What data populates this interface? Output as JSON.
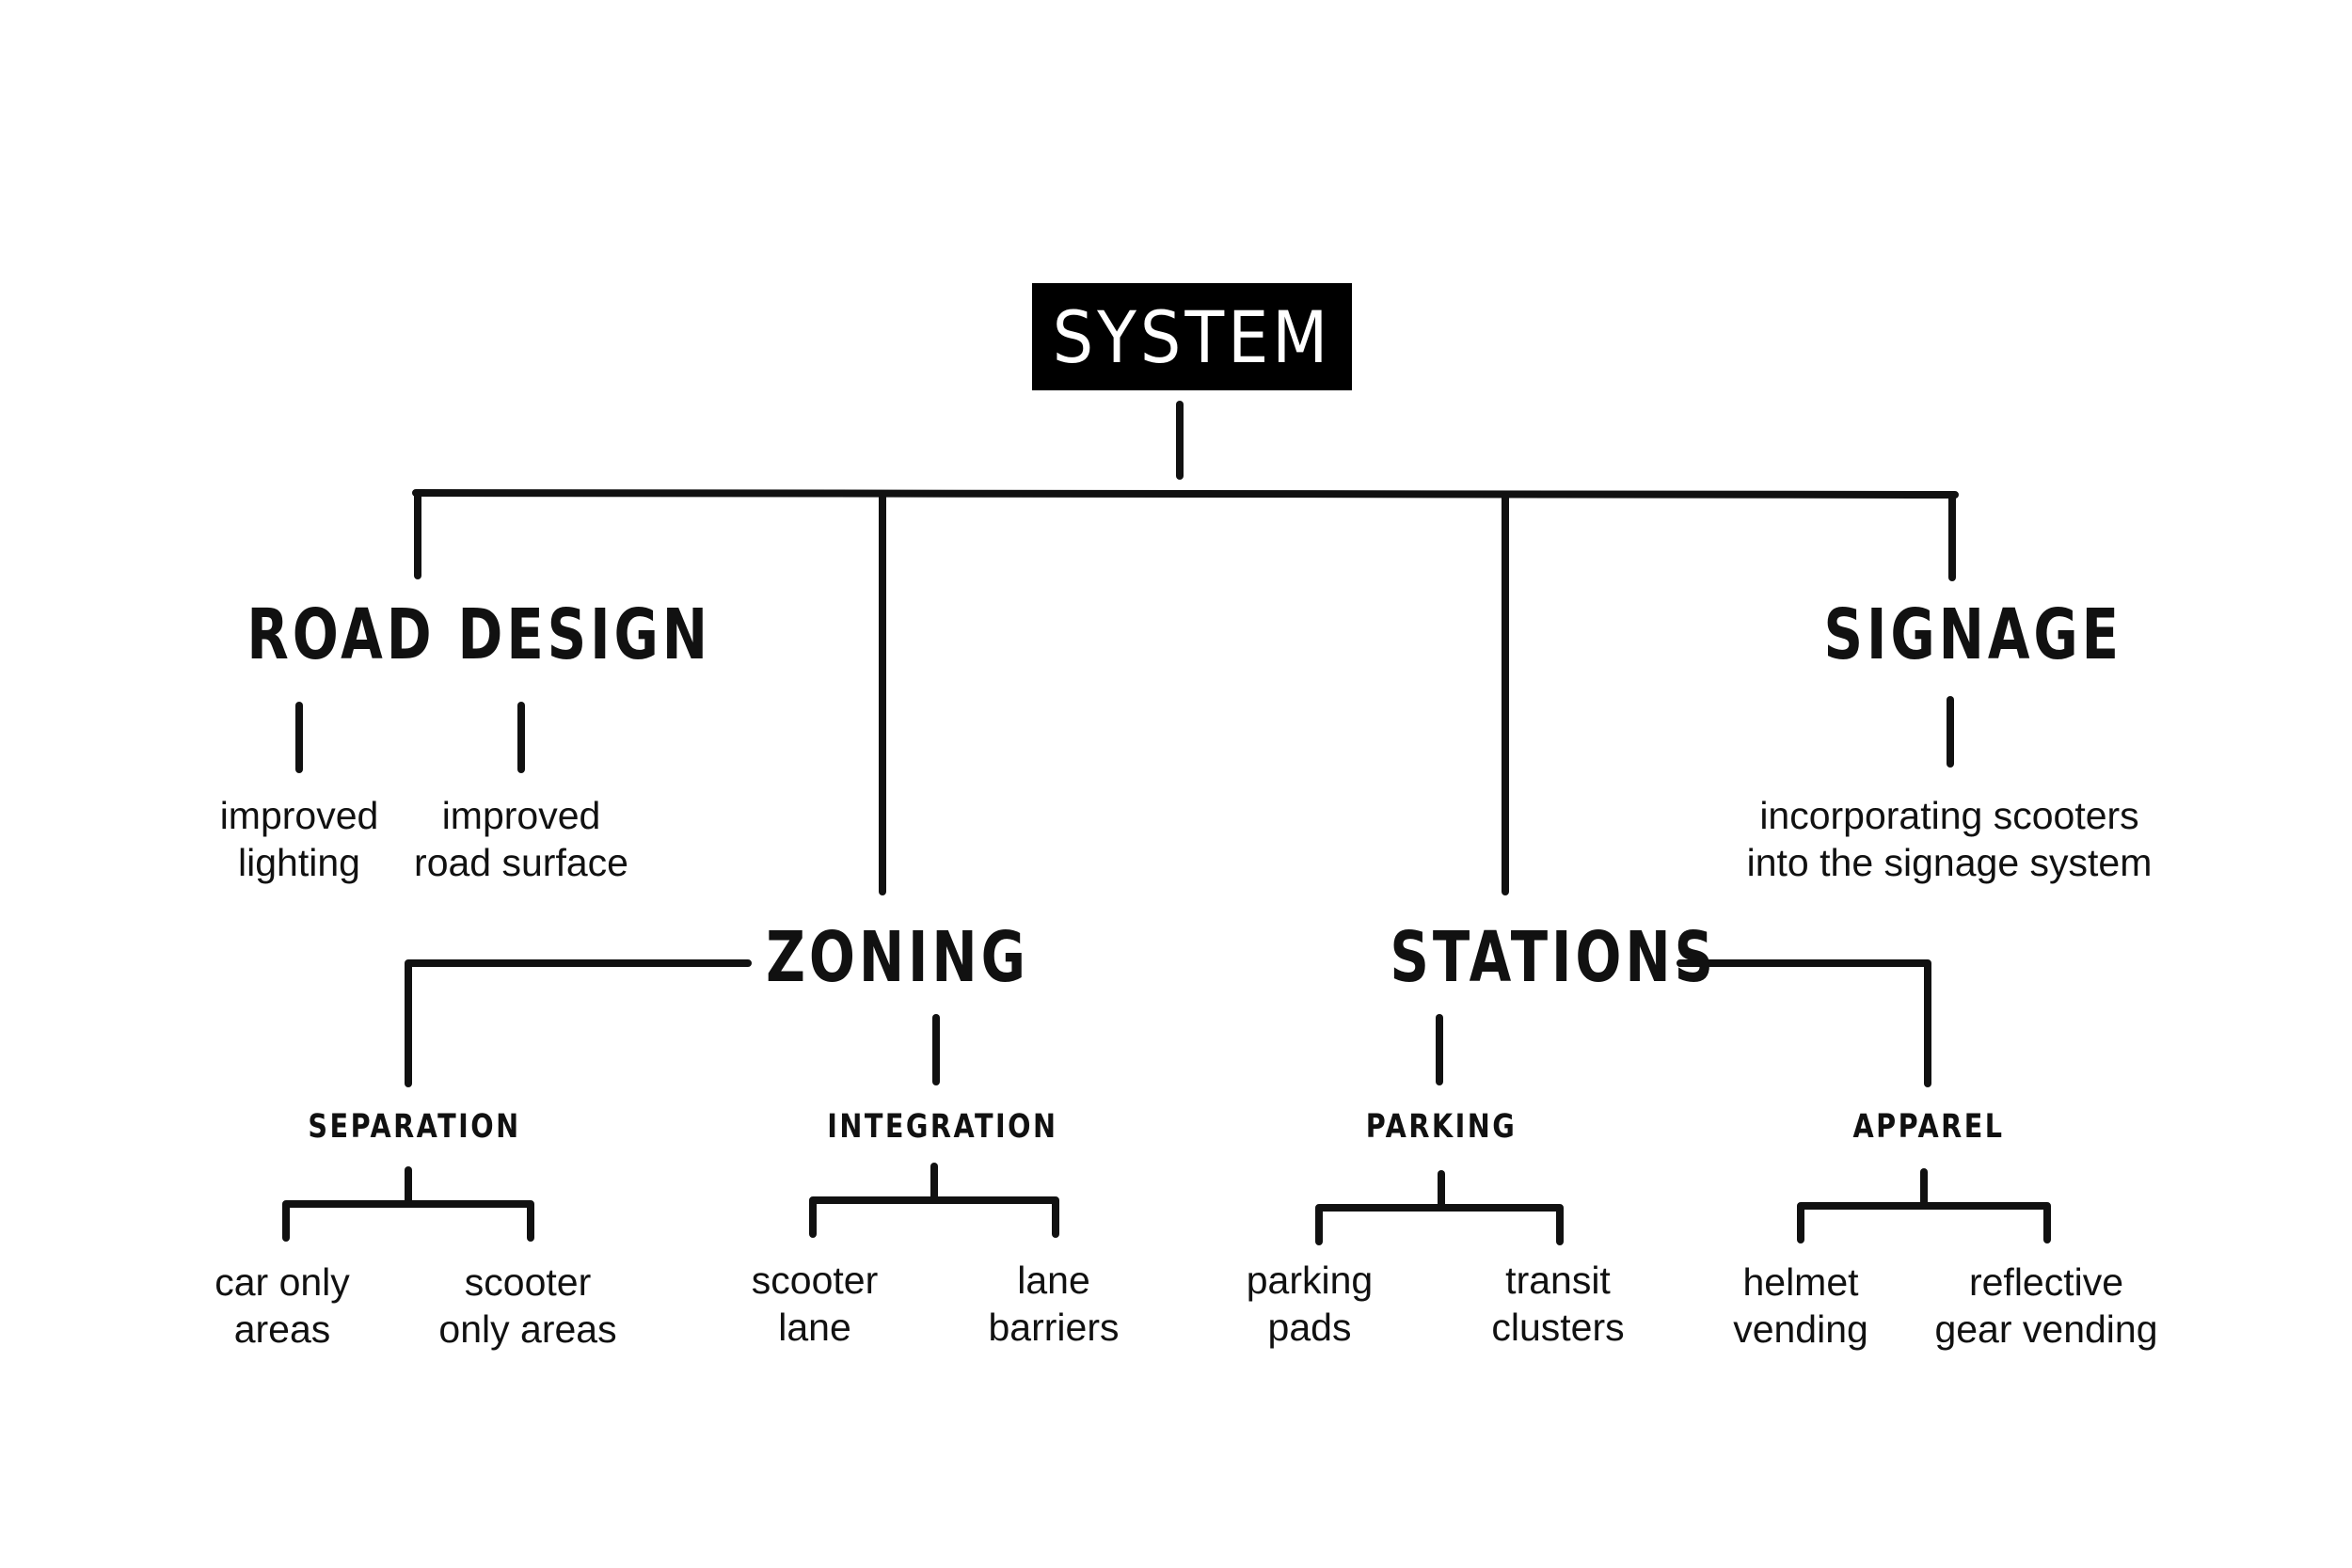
{
  "root": {
    "label": "SYSTEM"
  },
  "categories": {
    "road_design": {
      "label": "ROAD DESIGN",
      "leaves": [
        [
          "improved",
          "lighting"
        ],
        [
          "improved",
          "road surface"
        ]
      ]
    },
    "signage": {
      "label": "SIGNAGE",
      "leaves": [
        [
          "incorporating scooters",
          "into the signage system"
        ]
      ]
    },
    "zoning": {
      "label": "ZONING",
      "subs": [
        {
          "label": "SEPARATION",
          "leaves": [
            [
              "car only",
              "areas"
            ],
            [
              "scooter",
              "only areas"
            ]
          ]
        },
        {
          "label": "INTEGRATION",
          "leaves": [
            [
              "scooter",
              "lane"
            ],
            [
              "lane",
              "barriers"
            ]
          ]
        }
      ]
    },
    "stations": {
      "label": "STATIONS",
      "subs": [
        {
          "label": "PARKING",
          "leaves": [
            [
              "parking",
              "pads"
            ],
            [
              "transit",
              "clusters"
            ]
          ]
        },
        {
          "label": "APPAREL",
          "leaves": [
            [
              "helmet",
              "vending"
            ],
            [
              "reflective",
              "gear vending"
            ]
          ]
        }
      ]
    }
  },
  "colors": {
    "ink": "#111111",
    "root_fill": "#000000",
    "root_text": "#ffffff",
    "background": "#ffffff"
  }
}
